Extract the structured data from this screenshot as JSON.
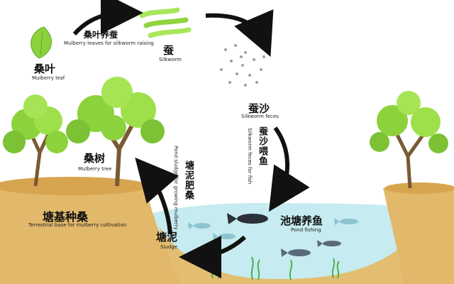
{
  "nodes": {
    "mulberry_leaf": {
      "zh": "桑叶",
      "en": "Mulberry leaf"
    },
    "silkworm": {
      "zh": "蚕",
      "en": "Silkworm"
    },
    "silkworm_feces": {
      "zh": "蚕沙",
      "en": "Silkworm feces"
    },
    "pond_fishing": {
      "zh": "池塘养鱼",
      "en": "Pond fishing"
    },
    "sludge": {
      "zh": "塘泥",
      "en": "Sludge"
    },
    "mulberry_tree": {
      "zh": "桑树",
      "en": "Mulberry tree"
    },
    "terrestrial_base": {
      "zh": "塘基种桑",
      "en": "Terrestrial base for mulberry cultivation"
    }
  },
  "arrows": {
    "leaves_to_silkworm": {
      "zh": "桑叶养蚕",
      "en": "Mulberry leaves for silkworm raising"
    },
    "feces_to_fish": {
      "zh": "蚕沙喂鱼",
      "en": "Silkworm feces for fish"
    },
    "sludge_to_mulberry": {
      "zh": "塘泥肥桑",
      "en": "Pond sludge for growing mulberry"
    }
  },
  "colors": {
    "leaf": "#8cd23c",
    "soil": "#e2b96a",
    "water": "#bfe8ee",
    "arrow": "#111111",
    "fish": "#2a2f38"
  }
}
